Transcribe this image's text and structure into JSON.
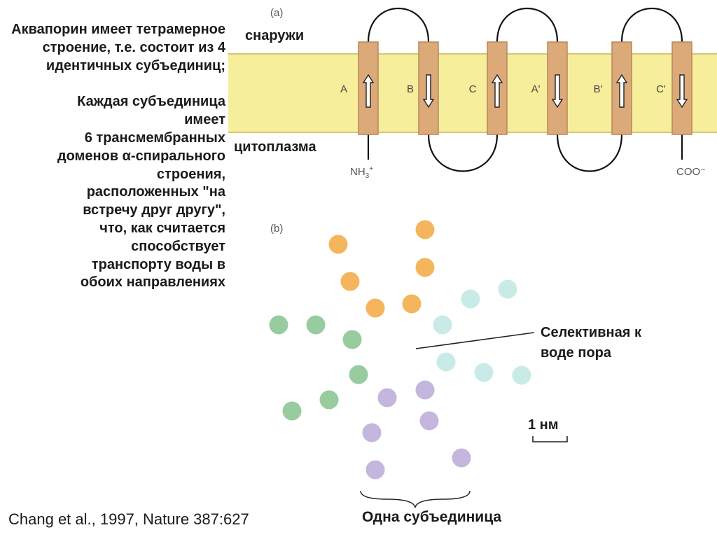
{
  "intro_text": "Аквапорин имеет тетрамерное строение, т.е. состоит из 4 идентичных субъединиц;",
  "subunit_text_lines": [
    "Каждая субъединица",
    "имеет",
    "6 трансмембранных",
    "доменов α-спирального",
    "строения,",
    "расположенных \"на",
    "встречу друг другу\",",
    "что, как считается",
    "способствует",
    "транспорту воды в",
    "обоих направлениях"
  ],
  "panel_a": {
    "label": "(a)",
    "outside_label": "снаружи",
    "cytoplasm_label": "цитоплазма",
    "n_terminus": "NH",
    "n_terminus_sub": "3",
    "n_terminus_sup": "+",
    "c_terminus": "COO⁻",
    "membrane_color": "#f6ee9a",
    "helix_color": "#dcaa78",
    "helices": [
      {
        "name": "A",
        "direction": "up"
      },
      {
        "name": "B",
        "direction": "down"
      },
      {
        "name": "C",
        "direction": "up"
      },
      {
        "name": "A'",
        "direction": "down"
      },
      {
        "name": "B'",
        "direction": "up"
      },
      {
        "name": "C'",
        "direction": "down"
      }
    ]
  },
  "panel_b": {
    "label": "(b)",
    "pore_label_line1": "Селективная к",
    "pore_label_line2": "воде пора",
    "scale_label": "1 нм",
    "subunit_label": "Одна субъединица",
    "colors": {
      "orange": "#f4b55c",
      "teal": "#c9ebe7",
      "green": "#98cc9e",
      "purple": "#c4b6dc"
    }
  },
  "citation": "Chang et al., 1997, Nature 387:627"
}
